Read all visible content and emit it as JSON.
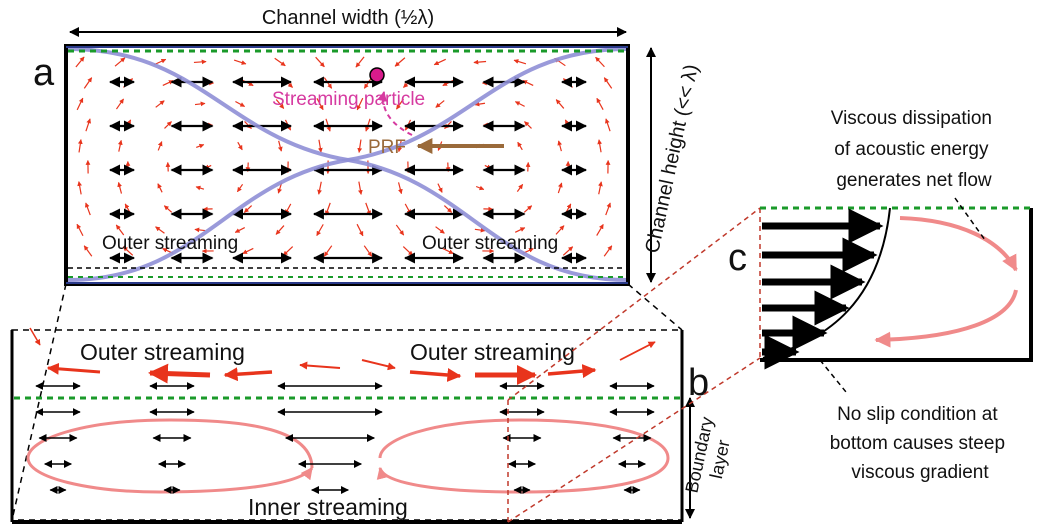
{
  "panel_a": {
    "letter": "a",
    "width_label": "Channel width (½λ)",
    "height_label": "Channel height (<< λ)",
    "particle_label": "Streaming particle",
    "prf_label": "PRF",
    "outer_left": "Outer streaming",
    "outer_right": "Outer streaming"
  },
  "panel_b": {
    "letter": "b",
    "outer_left": "Outer streaming",
    "outer_right": "Outer streaming",
    "inner": "Inner streaming",
    "boundary_layer": "Boundary layer"
  },
  "panel_c": {
    "letter": "c",
    "viscous_text": [
      "Viscous dissipation",
      "of acoustic energy",
      "generates net flow"
    ],
    "noslip_text": [
      "No slip condition at",
      "bottom causes steep",
      "viscous gradient"
    ]
  },
  "colors": {
    "pressure_curve": "#8f8fd6",
    "boundary_dashed": "#1a9a2a",
    "streaming_red": "#e8341c",
    "inner_pink": "#f08a8a",
    "particle": "#d81b8c",
    "particle_label": "#d63aa0",
    "prf": "#9a6a3a",
    "channel_wall": "#000000"
  }
}
